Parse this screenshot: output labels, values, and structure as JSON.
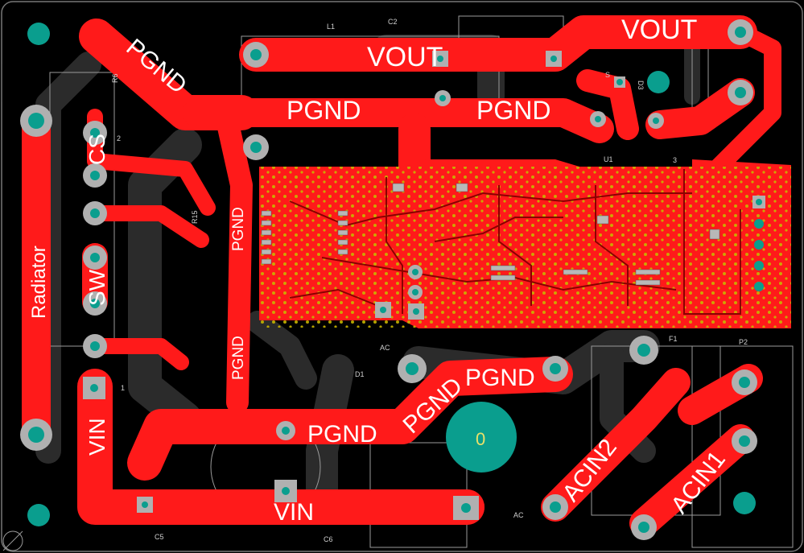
{
  "board": {
    "nets": {
      "vout_top": "VOUT",
      "vout_right": "VOUT",
      "pgnd_diag": "PGND",
      "pgnd_top_left": "PGND",
      "pgnd_top_right": "PGND",
      "pgnd_vertical_upper": "PGND",
      "pgnd_vertical_lower": "PGND",
      "pgnd_bottom": "PGND",
      "pgnd_bottom_diag": "PGND",
      "pgnd_bottom_right": "PGND",
      "cs": "CS",
      "sw": "SW",
      "vin_left": "VIN",
      "vin_bottom": "VIN",
      "acin1": "ACIN1",
      "acin2": "ACIN2"
    },
    "labels": {
      "radiator": "Radiator",
      "mount_hole": "0",
      "l1": "L1",
      "c2": "C2",
      "r6": "R6",
      "d3": "D3",
      "u1": "U1",
      "r15": "R15",
      "ac_top": "AC",
      "ac_bottom": "AC",
      "d1": "D1",
      "f1": "F1",
      "p2": "P2",
      "c5": "C5",
      "c6": "C6",
      "pin1": "1",
      "pin3": "3",
      "s": "S",
      "s2": "2"
    },
    "colors": {
      "copper": "#ff1a1a",
      "pad": "#a0a0a0",
      "pad_center": "#0a9e8e",
      "via": "#c8b400",
      "keepout": "#2b2b2b",
      "board": "#000000"
    }
  }
}
